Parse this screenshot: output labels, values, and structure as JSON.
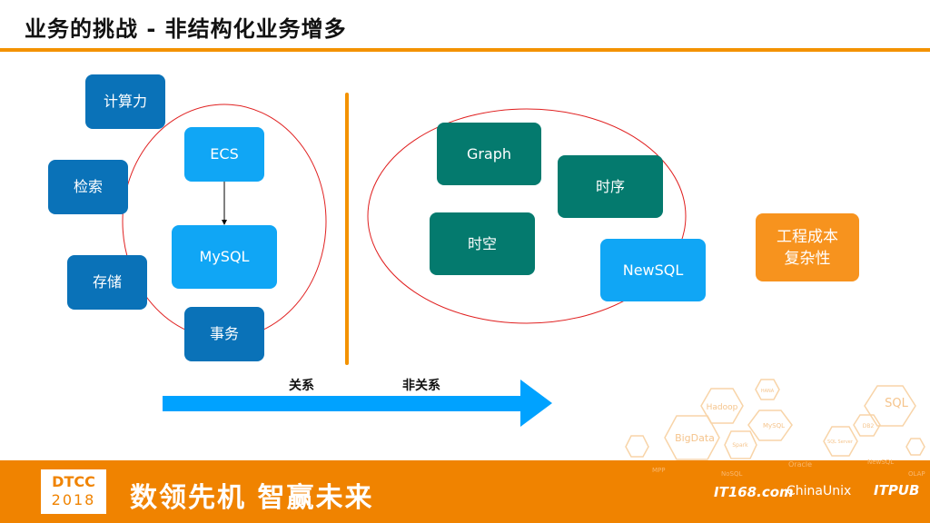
{
  "header": {
    "title": "业务的挑战 - 非结构化业务增多"
  },
  "left": {
    "compute": "计算力",
    "search": "检索",
    "storage": "存储",
    "transaction": "事务",
    "ecs": "ECS",
    "mysql": "MySQL"
  },
  "right": {
    "graph": "Graph",
    "timeseries": "时序",
    "spatial": "时空",
    "newsql": "NewSQL"
  },
  "cost": {
    "line1": "工程成本",
    "line2": "复杂性"
  },
  "axis": {
    "relational": "关系",
    "nonrelational": "非关系"
  },
  "decor_hexagons": [
    "Hadoop",
    "HANA",
    "SQL",
    "MySQL",
    "DB2",
    "BigData",
    "Spark",
    "SQL Server",
    "Oracle",
    "NewSQL",
    "MPP",
    "NoSQL",
    "OLAP"
  ],
  "footer": {
    "dtcc": "DTCC",
    "year": "2018",
    "slogan": "数领先机 智赢未来",
    "logos": [
      "IT168.com",
      "ChinaUnix",
      "ITPUB"
    ]
  },
  "colors": {
    "accent": "#f39200",
    "dark_blue": "#0a72b8",
    "light_blue": "#10a6f5",
    "teal": "#047a6e",
    "arrow": "#00a2ff",
    "circle": "#e02020"
  }
}
